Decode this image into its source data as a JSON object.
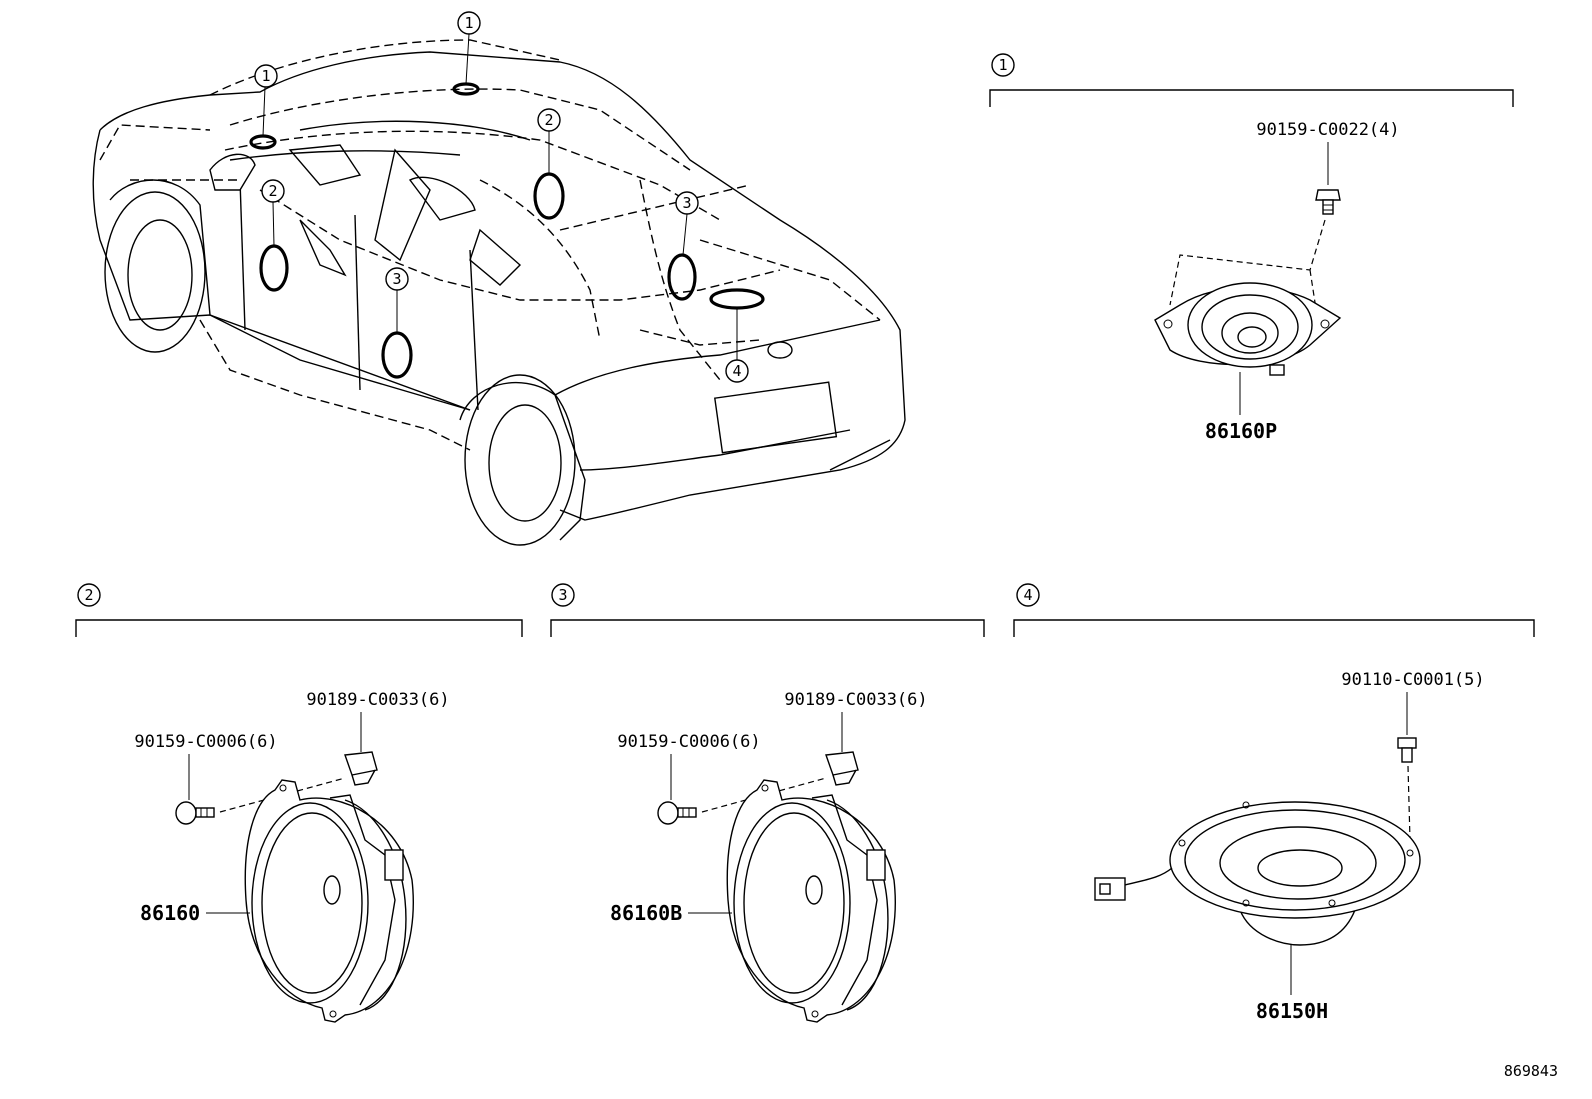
{
  "reference_number": "869843",
  "callouts": [
    "1",
    "2",
    "3",
    "4"
  ],
  "groups": {
    "g1": {
      "index": "1",
      "parts": {
        "screw": "90159-C0022(4)",
        "speaker": "86160P"
      }
    },
    "g2": {
      "index": "2",
      "parts": {
        "clip": "90189-C0033(6)",
        "screw": "90159-C0006(6)",
        "speaker": "86160"
      }
    },
    "g3": {
      "index": "3",
      "parts": {
        "clip": "90189-C0033(6)",
        "screw": "90159-C0006(6)",
        "speaker": "86160B"
      }
    },
    "g4": {
      "index": "4",
      "parts": {
        "screw": "90110-C0001(5)",
        "speaker": "86150H"
      }
    }
  }
}
